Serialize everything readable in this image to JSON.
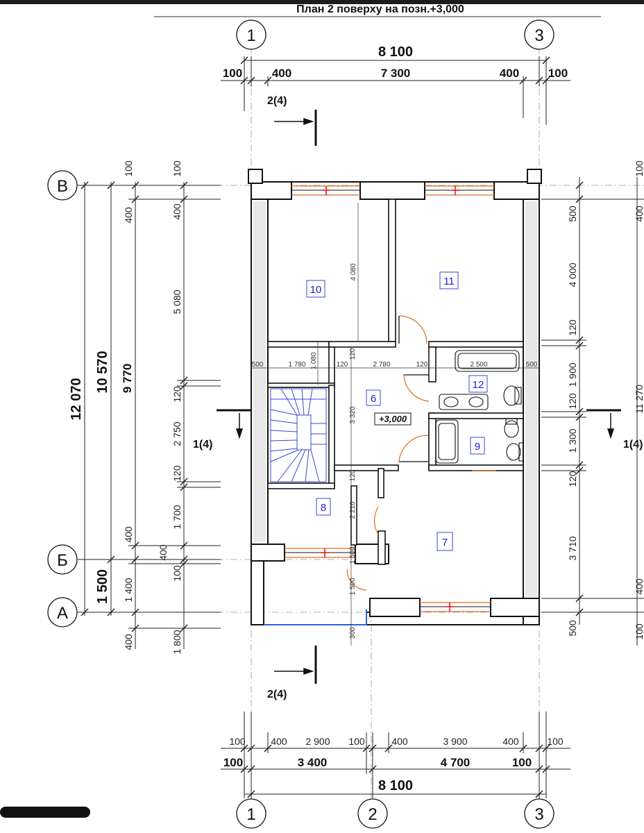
{
  "title": "План 2 поверху на позн.+3,000",
  "axes": {
    "top": [
      "1",
      "3"
    ],
    "bottom": [
      "1",
      "2",
      "3"
    ],
    "left": [
      "В",
      "Б",
      "А"
    ]
  },
  "top_dims": {
    "overall": "8 100",
    "row2": [
      "100",
      "400",
      "7 300",
      "400",
      "100"
    ]
  },
  "bottom_dims": {
    "row1": [
      "100",
      "400",
      "2 900",
      "100",
      "400",
      "3 900",
      "400",
      "100"
    ],
    "row2": [
      "100",
      "3 400",
      "4 700",
      "100"
    ],
    "overall": "8 100"
  },
  "left_dims": {
    "total": "12 070",
    "mid": "10 570",
    "inner": "9 770",
    "small": "1 500",
    "col1": [
      "100",
      "400",
      "400",
      "1 400",
      "400"
    ],
    "col2": [
      "100",
      "400",
      "5 080",
      "120",
      "2 750",
      "120",
      "1 700",
      "400",
      "100",
      "1 800"
    ]
  },
  "right_dims": {
    "col1": [
      "500",
      "4 000",
      "120",
      "1 900",
      "120",
      "1 300",
      "120",
      "3 710",
      "500"
    ],
    "col2": [
      "100",
      "400",
      "11 270",
      "400",
      "100"
    ]
  },
  "interior_dims": [
    "4 080",
    "500",
    "1 780",
    "1 080",
    "120",
    "2 780",
    "120",
    "2 500",
    "500",
    "120",
    "3 320",
    "120",
    "2 210",
    "1 500",
    "1 500",
    "300"
  ],
  "section_labels": {
    "top": "2(4)",
    "bottom": "2(4)",
    "left": "1(4)",
    "right": "1(4)"
  },
  "level_mark": "+3,000",
  "rooms": [
    "10",
    "11",
    "6",
    "12",
    "9",
    "8",
    "7"
  ]
}
